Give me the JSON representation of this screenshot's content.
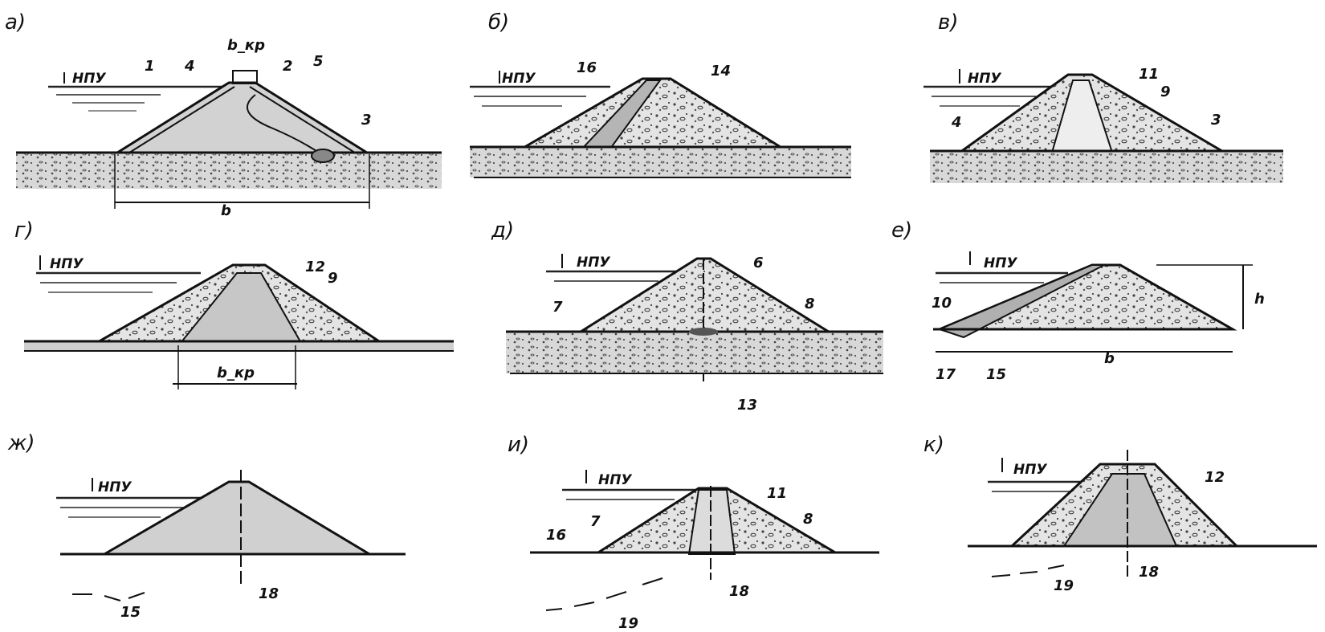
{
  "panels": [
    {
      "id": "a",
      "label": "а)",
      "level": "НПУ",
      "numbers": [
        "1",
        "4",
        "2",
        "5",
        "3"
      ],
      "dims": {
        "crest": "b_кр",
        "base": "b"
      }
    },
    {
      "id": "b",
      "label": "б)",
      "level": "НПУ",
      "numbers": [
        "16",
        "14"
      ]
    },
    {
      "id": "v",
      "label": "в)",
      "level": "НПУ",
      "numbers": [
        "4",
        "11",
        "9",
        "3"
      ]
    },
    {
      "id": "g",
      "label": "г)",
      "level": "НПУ",
      "numbers": [
        "12",
        "9"
      ],
      "dims": {
        "core": "b_кр"
      }
    },
    {
      "id": "d",
      "label": "д)",
      "level": "НПУ",
      "numbers": [
        "6",
        "7",
        "8",
        "13"
      ]
    },
    {
      "id": "e",
      "label": "е)",
      "level": "НПУ",
      "numbers": [
        "10",
        "17",
        "15"
      ],
      "dims": {
        "height": "h",
        "base": "b"
      }
    },
    {
      "id": "zh",
      "label": "ж)",
      "level": "НПУ",
      "numbers": [
        "18",
        "15"
      ]
    },
    {
      "id": "i",
      "label": "и)",
      "level": "НПУ",
      "numbers": [
        "11",
        "8",
        "16",
        "7",
        "18",
        "19"
      ]
    },
    {
      "id": "k",
      "label": "к)",
      "level": "НПУ",
      "numbers": [
        "12",
        "18",
        "19"
      ]
    }
  ],
  "colors": {
    "ink": "#1a1a1a",
    "fill": "#cfcfcf",
    "water": "#333333"
  }
}
